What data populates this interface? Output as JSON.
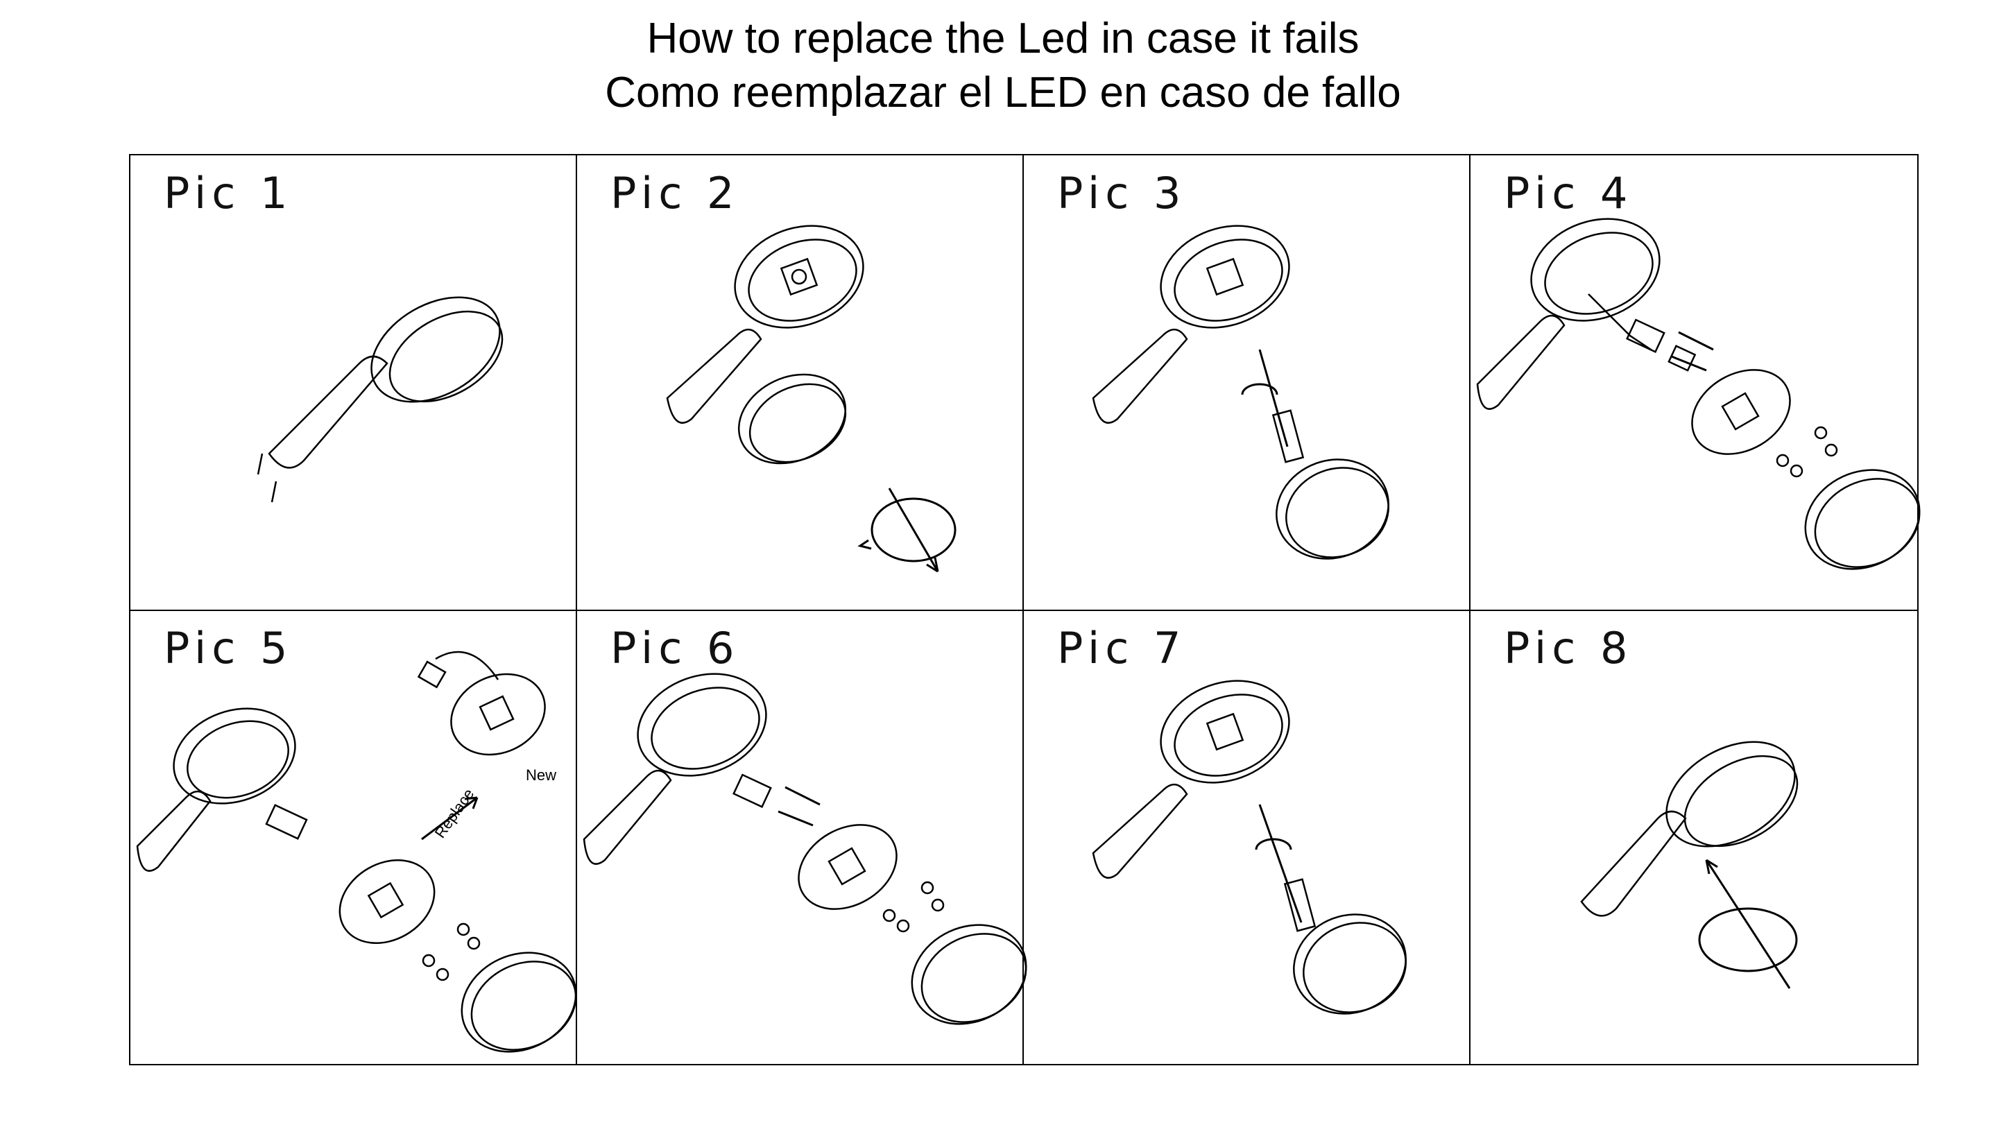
{
  "title": {
    "line1": "How to replace the Led in case it fails",
    "line2": "Como reemplazar el LED en caso de fallo"
  },
  "panels": [
    {
      "label": "Pic 1"
    },
    {
      "label": "Pic 2"
    },
    {
      "label": "Pic 3"
    },
    {
      "label": "Pic 4"
    },
    {
      "label": "Pic 5",
      "annotations": {
        "replace": "Replace",
        "new": "New"
      }
    },
    {
      "label": "Pic 6"
    },
    {
      "label": "Pic 7"
    },
    {
      "label": "Pic 8"
    }
  ]
}
